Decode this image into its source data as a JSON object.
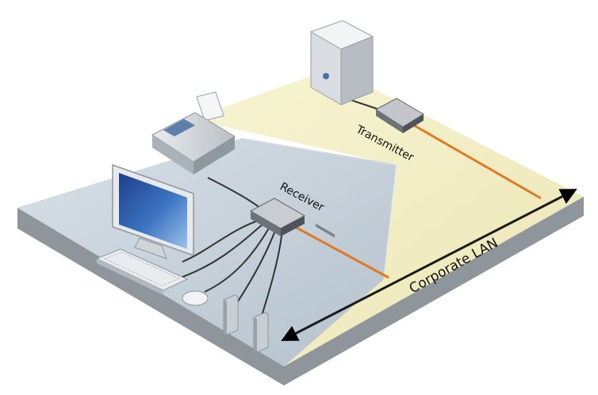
{
  "labels": {
    "transmitter": "Transmitter",
    "receiver": "Receiver",
    "lan": "Corporate LAN"
  },
  "colors": {
    "zone_yellow": "#f4f1c8",
    "zone_blue": "#c9d3dc",
    "platform_edge": "#8e959b",
    "fiber": "#e07a22",
    "cable": "#333333",
    "arrow": "#1a1a1a"
  },
  "devices": [
    {
      "name": "server-tower-icon"
    },
    {
      "name": "transmitter-box-icon"
    },
    {
      "name": "fax-printer-icon"
    },
    {
      "name": "monitor-icon"
    },
    {
      "name": "keyboard-icon"
    },
    {
      "name": "mouse-icon"
    },
    {
      "name": "speaker-icon"
    },
    {
      "name": "receiver-box-icon"
    }
  ]
}
